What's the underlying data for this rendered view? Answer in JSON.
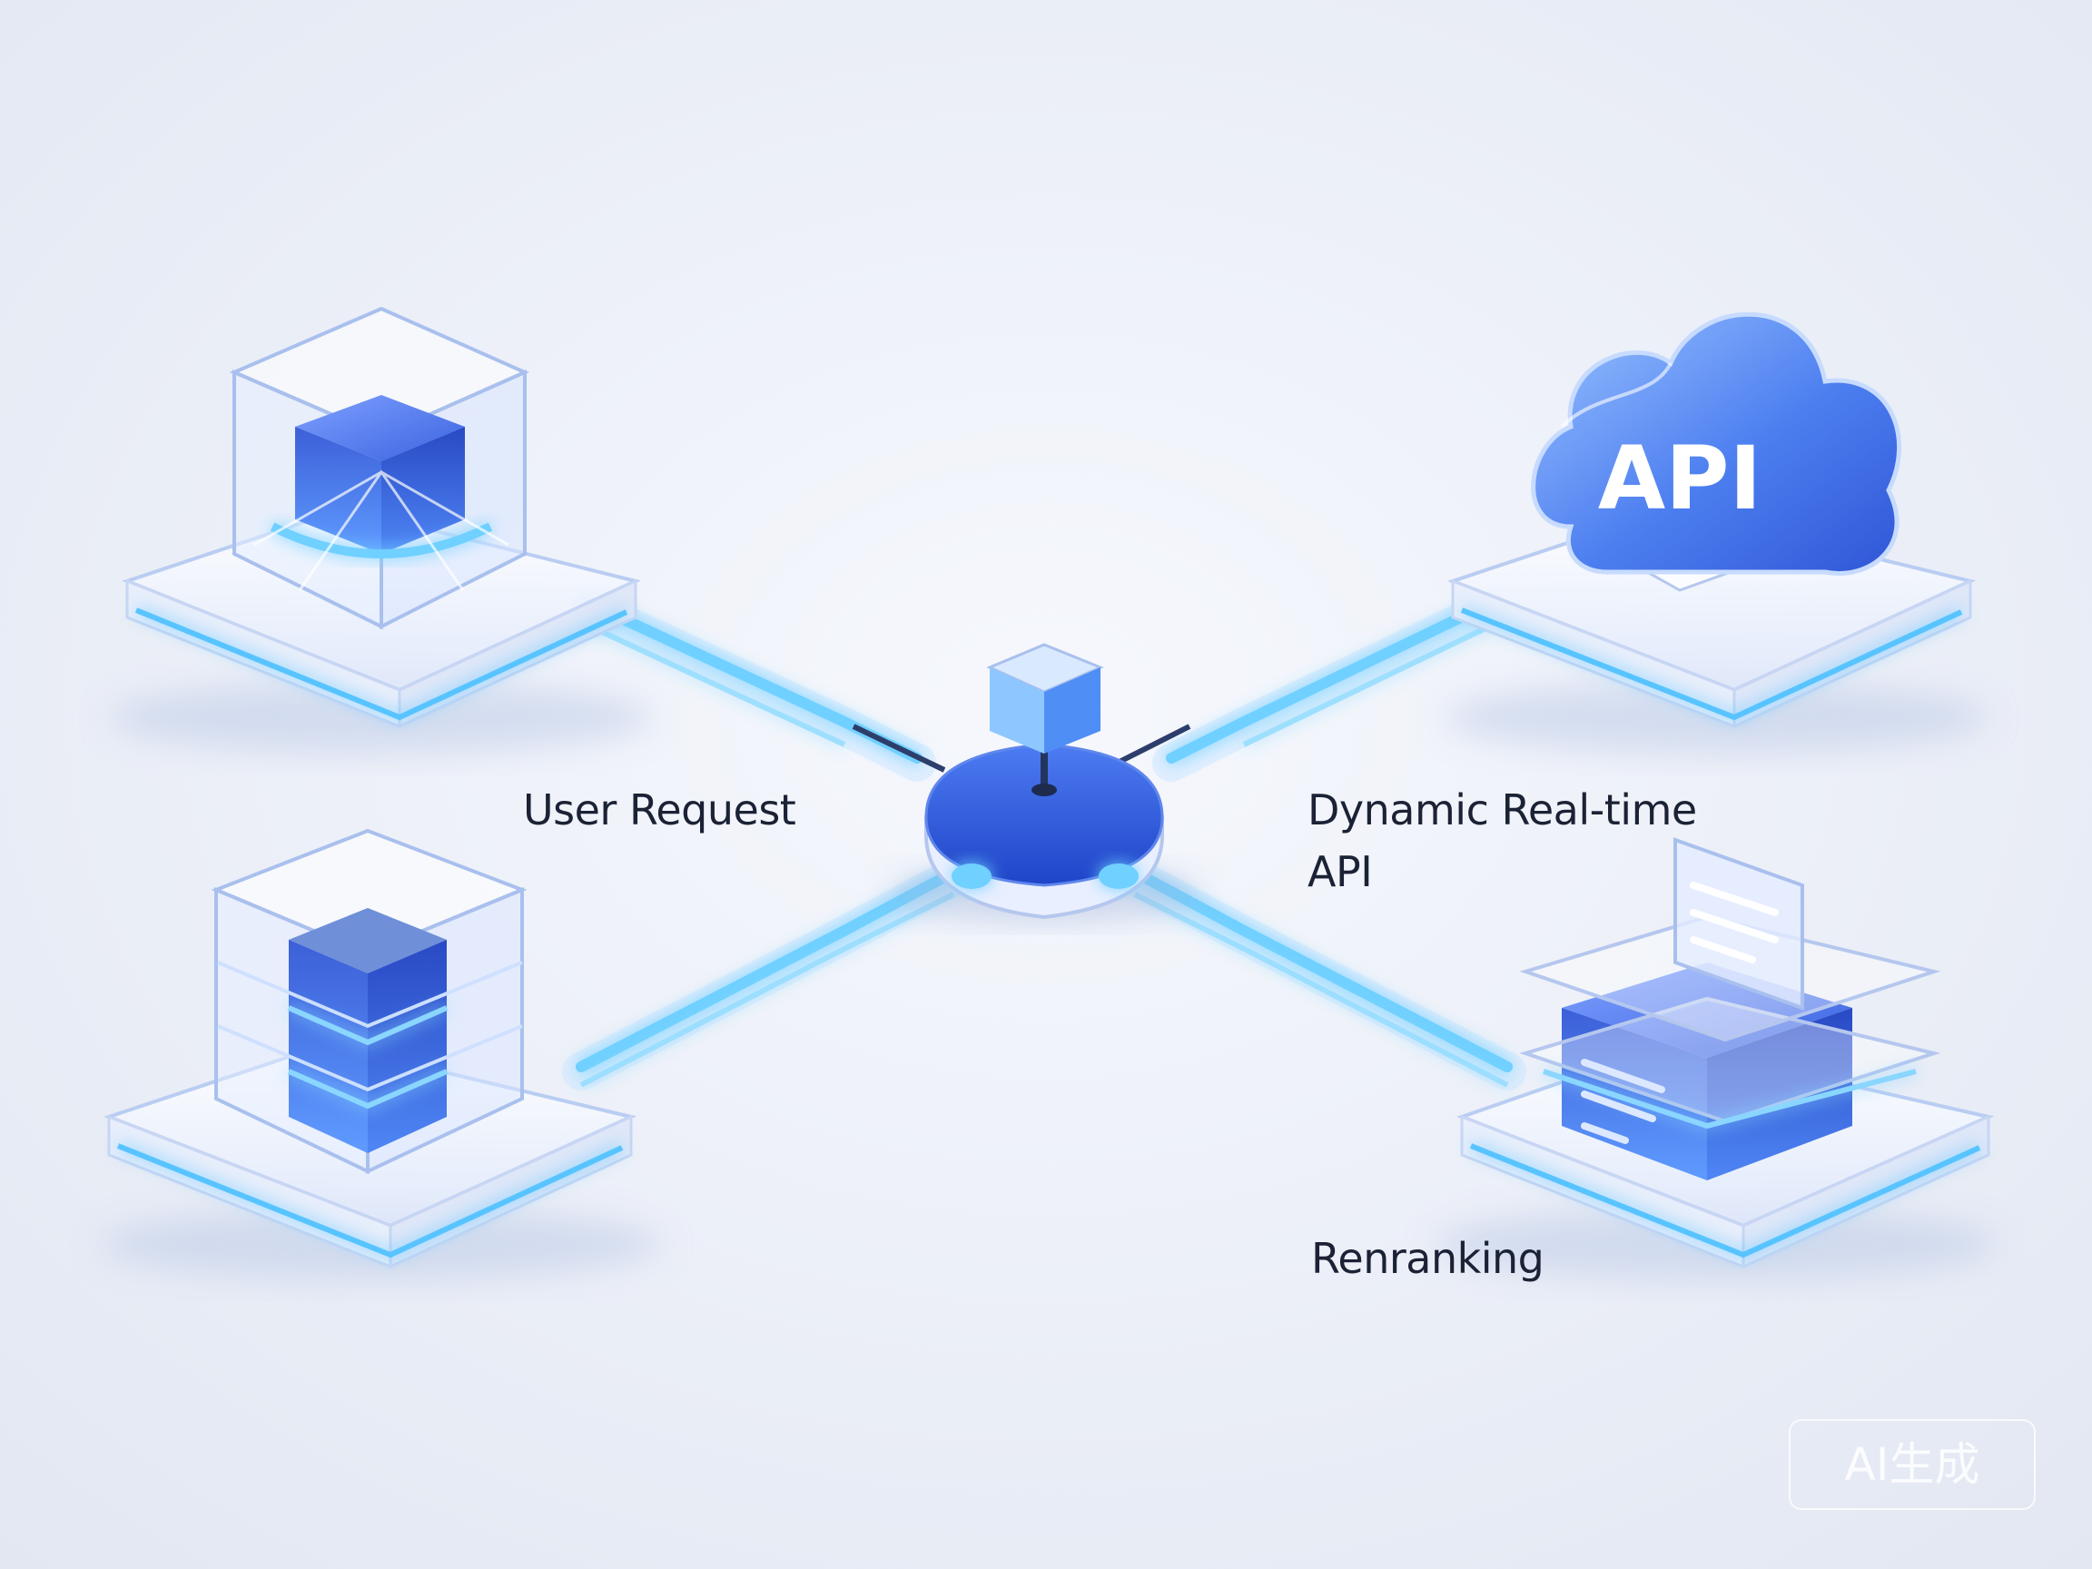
{
  "diagram": {
    "labels": {
      "user_request": "User Request",
      "dynamic_api": "Dynamic Real-time\nAPI",
      "reranking": "Renranking"
    },
    "cloud_badge": "API",
    "watermark": "AI生成"
  },
  "colors": {
    "background": "#eef1f8",
    "accent_blue": "#2f5fd8",
    "glow": "#5fc4ff",
    "label_text": "#1b2235"
  },
  "icons": [
    "crystal-cube-icon",
    "cloud-api-icon",
    "layered-database-icon",
    "document-stack-icon",
    "hub-router-icon"
  ]
}
